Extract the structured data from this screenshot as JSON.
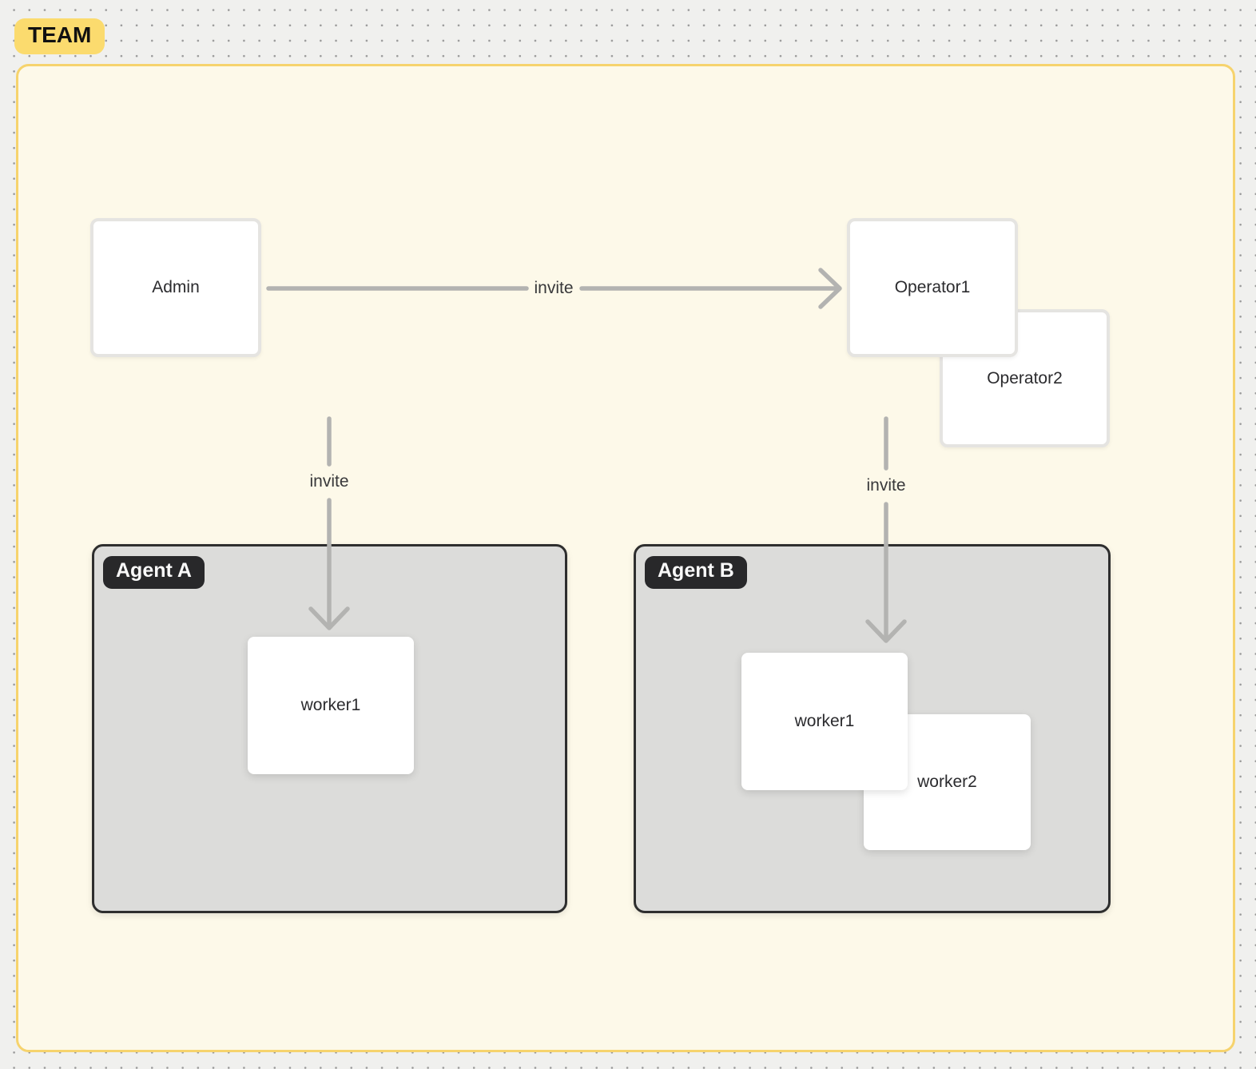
{
  "frame": {
    "label": "TEAM"
  },
  "nodes": {
    "admin": {
      "label": "Admin"
    },
    "operator1": {
      "label": "Operator1"
    },
    "operator2": {
      "label": "Operator2"
    }
  },
  "groups": {
    "agent_a": {
      "label": "Agent A",
      "workers": [
        {
          "label": "worker1"
        }
      ]
    },
    "agent_b": {
      "label": "Agent B",
      "workers": [
        {
          "label": "worker1"
        },
        {
          "label": "worker2"
        }
      ]
    }
  },
  "edges": [
    {
      "from": "Admin",
      "to": "Operator1",
      "label": "invite"
    },
    {
      "from": "Admin",
      "to": "Agent A worker1",
      "label": "invite"
    },
    {
      "from": "Operator1",
      "to": "Agent B worker1",
      "label": "invite"
    }
  ],
  "colors": {
    "canvas_bg": "#f0f0ee",
    "dot": "#9a9a9a",
    "frame_fill": "#fdf9e9",
    "frame_border": "#f6d36d",
    "frame_badge_fill": "#fbdb6e",
    "node_fill": "#ffffff",
    "node_border": "#e5e4e1",
    "group_fill": "#dcdcda",
    "group_border": "#2e2e2e",
    "group_badge_fill": "#28282a",
    "arrow": "#b3b3b1",
    "text_dark": "#2b2b2e",
    "text_light": "#f9f9f9"
  }
}
